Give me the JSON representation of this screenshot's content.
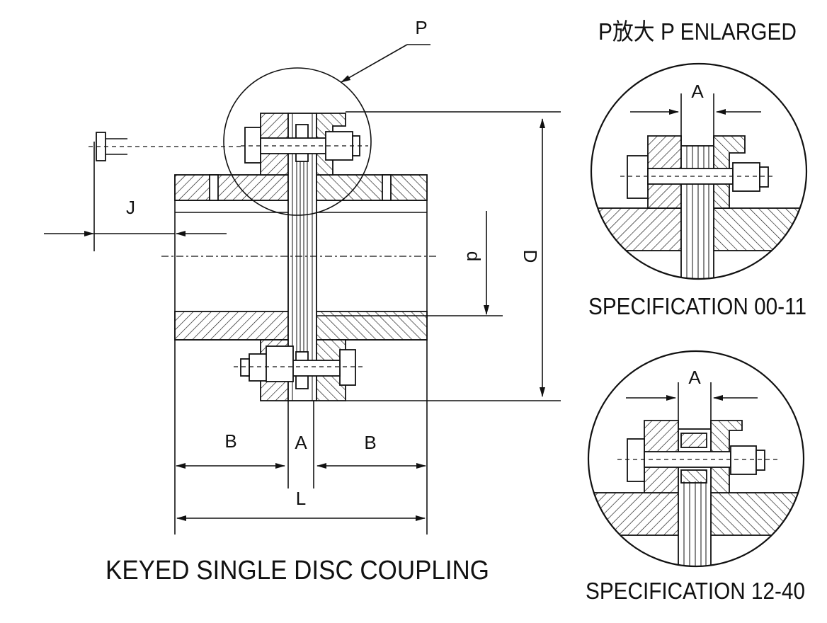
{
  "labels": {
    "p_callout": "P",
    "enlarged_title": "P放大 P ENLARGED",
    "dim_a": "A",
    "dim_b": "B",
    "dim_l": "L",
    "dim_d_small": "d",
    "dim_d_large": "D",
    "dim_j": "J",
    "main_title": "KEYED SINGLE DISC COUPLING",
    "spec_1": "SPECIFICATION 00-11",
    "spec_2": "SPECIFICATION 12-40"
  }
}
